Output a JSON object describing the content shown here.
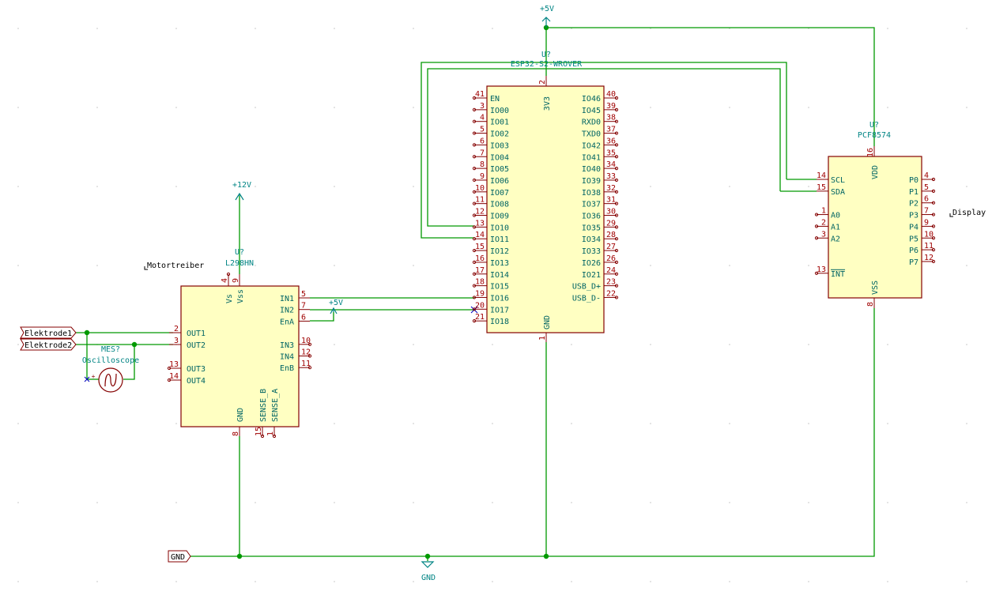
{
  "colors": {
    "wire": "#009900",
    "body_stroke": "#840000",
    "body_fill": "#ffffc2",
    "pin": "#840000",
    "pin_num": "#a00000",
    "pin_name": "#006464",
    "ref": "#008484",
    "power": "#008484",
    "label": "#000000",
    "junction": "#009900",
    "grid": "#c4c4c4",
    "noconnect": "#0000c0"
  },
  "power_labels": {
    "plus5v_top": "+5V",
    "plus12v": "+12V",
    "plus5v_en": "+5V",
    "gnd_symbol": "GND"
  },
  "global_labels": {
    "elektrode1": "Elektrode1",
    "elektrode2": "Elektrode2",
    "gnd_port": "GND"
  },
  "text_notes": {
    "motortreiber": "Motortreiber",
    "display": "Display"
  },
  "components": {
    "esp32": {
      "ref": "U?",
      "value": "ESP32-S2-WROVER",
      "left_pins": [
        {
          "num": "41",
          "name": "EN"
        },
        {
          "num": "3",
          "name": "IO00"
        },
        {
          "num": "4",
          "name": "IO01"
        },
        {
          "num": "5",
          "name": "IO02"
        },
        {
          "num": "6",
          "name": "IO03"
        },
        {
          "num": "7",
          "name": "IO04"
        },
        {
          "num": "8",
          "name": "IO05"
        },
        {
          "num": "9",
          "name": "IO06"
        },
        {
          "num": "10",
          "name": "IO07"
        },
        {
          "num": "11",
          "name": "IO08"
        },
        {
          "num": "12",
          "name": "IO09"
        },
        {
          "num": "13",
          "name": "IO10"
        },
        {
          "num": "14",
          "name": "IO11"
        },
        {
          "num": "15",
          "name": "IO12"
        },
        {
          "num": "16",
          "name": "IO13"
        },
        {
          "num": "17",
          "name": "IO14"
        },
        {
          "num": "18",
          "name": "IO15"
        },
        {
          "num": "19",
          "name": "IO16"
        },
        {
          "num": "20",
          "name": "IO17"
        },
        {
          "num": "21",
          "name": "IO18"
        }
      ],
      "right_pins": [
        {
          "num": "40",
          "name": "IO46"
        },
        {
          "num": "39",
          "name": "IO45"
        },
        {
          "num": "38",
          "name": "RXD0"
        },
        {
          "num": "37",
          "name": "TXD0"
        },
        {
          "num": "36",
          "name": "IO42"
        },
        {
          "num": "35",
          "name": "IO41"
        },
        {
          "num": "34",
          "name": "IO40"
        },
        {
          "num": "33",
          "name": "IO39"
        },
        {
          "num": "32",
          "name": "IO38"
        },
        {
          "num": "31",
          "name": "IO37"
        },
        {
          "num": "30",
          "name": "IO36"
        },
        {
          "num": "29",
          "name": "IO35"
        },
        {
          "num": "28",
          "name": "IO34"
        },
        {
          "num": "27",
          "name": "IO33"
        },
        {
          "num": "26",
          "name": "IO26"
        },
        {
          "num": "24",
          "name": "IO21"
        },
        {
          "num": "23",
          "name": "USB_D+"
        },
        {
          "num": "22",
          "name": "USB_D-"
        }
      ],
      "top_pin": {
        "num": "2",
        "name": "3V3"
      },
      "bottom_pin": {
        "num": "1",
        "name": "GND"
      }
    },
    "pcf": {
      "ref": "U?",
      "value": "PCF8574",
      "left_pins": [
        {
          "num": "14",
          "name": "SCL"
        },
        {
          "num": "15",
          "name": "SDA"
        },
        {
          "num": "",
          "name": ""
        },
        {
          "num": "1",
          "name": "A0"
        },
        {
          "num": "2",
          "name": "A1"
        },
        {
          "num": "3",
          "name": "A2"
        },
        {
          "num": "",
          "name": ""
        },
        {
          "num": "",
          "name": ""
        },
        {
          "num": "13",
          "name": "INT"
        }
      ],
      "right_pins": [
        {
          "num": "4",
          "name": "P0"
        },
        {
          "num": "5",
          "name": "P1"
        },
        {
          "num": "6",
          "name": "P2"
        },
        {
          "num": "7",
          "name": "P3"
        },
        {
          "num": "9",
          "name": "P4"
        },
        {
          "num": "10",
          "name": "P5"
        },
        {
          "num": "11",
          "name": "P6"
        },
        {
          "num": "12",
          "name": "P7"
        }
      ],
      "top_pin": {
        "num": "16",
        "name": "VDD"
      },
      "bottom_pin": {
        "num": "8",
        "name": "VSS"
      }
    },
    "l298": {
      "ref": "U?",
      "value": "L298HN",
      "left_pins": [
        {
          "num": "2",
          "name": "OUT1"
        },
        {
          "num": "3",
          "name": "OUT2"
        },
        {
          "num": "",
          "name": ""
        },
        {
          "num": "13",
          "name": "OUT3"
        },
        {
          "num": "14",
          "name": "OUT4"
        }
      ],
      "right_pins": [
        {
          "num": "5",
          "name": "IN1"
        },
        {
          "num": "7",
          "name": "IN2"
        },
        {
          "num": "6",
          "name": "EnA"
        },
        {
          "num": "",
          "name": ""
        },
        {
          "num": "10",
          "name": "IN3"
        },
        {
          "num": "12",
          "name": "IN4"
        },
        {
          "num": "11",
          "name": "EnB"
        }
      ],
      "top_pins": [
        {
          "num": "4",
          "name": "Vs"
        },
        {
          "num": "9",
          "name": "Vss"
        }
      ],
      "bottom_pins": [
        {
          "num": "8",
          "name": "GND"
        },
        {
          "num": "15",
          "name": "SENSE_B"
        },
        {
          "num": "1",
          "name": "SENSE_A"
        }
      ]
    },
    "scope": {
      "ref": "MES?",
      "value": "Oscilloscope",
      "plus": "+"
    }
  }
}
